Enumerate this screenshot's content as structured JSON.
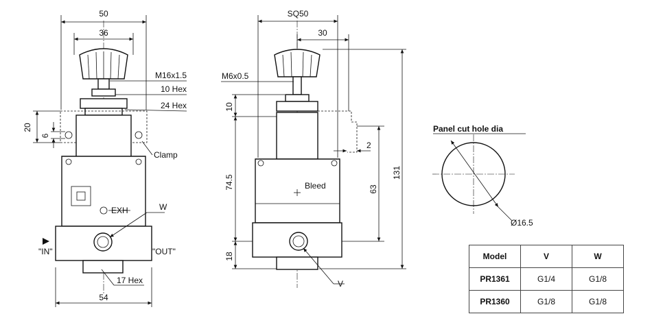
{
  "front_view": {
    "dim_width_top": "50",
    "dim_knob": "36",
    "dim_thread": "M16x1.5",
    "dim_hex_small": "10 Hex",
    "dim_hex_large": "24 Hex",
    "dim_clamp_height": "20",
    "dim_hole": "6",
    "label_clamp": "Clamp",
    "label_exh": "EXH",
    "label_w": "W",
    "label_in": "\"IN\"",
    "label_out": "\"OUT\"",
    "dim_hex_bottom": "17 Hex",
    "dim_width_bottom": "54"
  },
  "side_view": {
    "dim_square": "SQ50",
    "dim_30": "30",
    "dim_thread": "M6x0.5",
    "dim_10": "10",
    "dim_2": "2",
    "dim_74_5": "74.5",
    "dim_63": "63",
    "dim_131": "131",
    "dim_18": "18",
    "label_bleed": "Bleed",
    "label_v": "V"
  },
  "panel_cut": {
    "title": "Panel cut hole dia",
    "diameter": "Ø16.5"
  },
  "table": {
    "headers": [
      "Model",
      "V",
      "W"
    ],
    "rows": [
      {
        "model": "PR1361",
        "v": "G1/4",
        "w": "G1/8"
      },
      {
        "model": "PR1360",
        "v": "G1/8",
        "w": "G1/8"
      }
    ]
  }
}
